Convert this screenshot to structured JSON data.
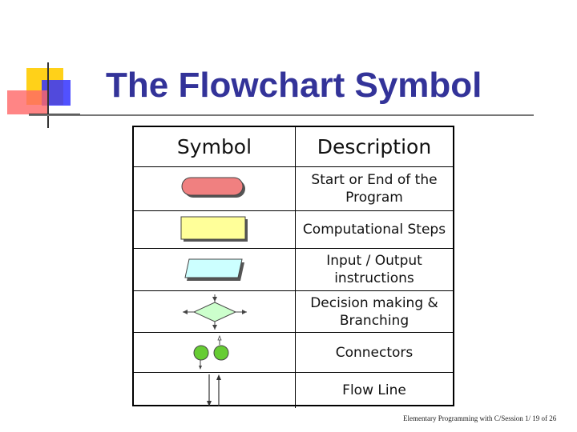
{
  "slide": {
    "title": "The Flowchart Symbol",
    "footer": "Elementary Programming with C/Session 1/ 19 of 26"
  },
  "table": {
    "headers": {
      "symbol": "Symbol",
      "description": "Description"
    },
    "rows": [
      {
        "symbol": "terminator-shape",
        "description": "Start or End of the\nProgram"
      },
      {
        "symbol": "process-shape",
        "description": "Computational Steps"
      },
      {
        "symbol": "input-output-shape",
        "description": "Input / Output\ninstructions"
      },
      {
        "symbol": "decision-shape",
        "description": "Decision making &\nBranching"
      },
      {
        "symbol": "connector-shape",
        "description": "Connectors"
      },
      {
        "symbol": "flow-line-shape",
        "description": "Flow Line"
      }
    ]
  },
  "colors": {
    "title": "#333399",
    "terminator": "#f08080",
    "process": "#ffff99",
    "input_output": "#ccffff",
    "decision": "#ccffcc",
    "connector": "#66cc33",
    "deco_yellow": "#ffcc00",
    "deco_red": "#ff6666",
    "deco_blue": "#3333ff"
  }
}
